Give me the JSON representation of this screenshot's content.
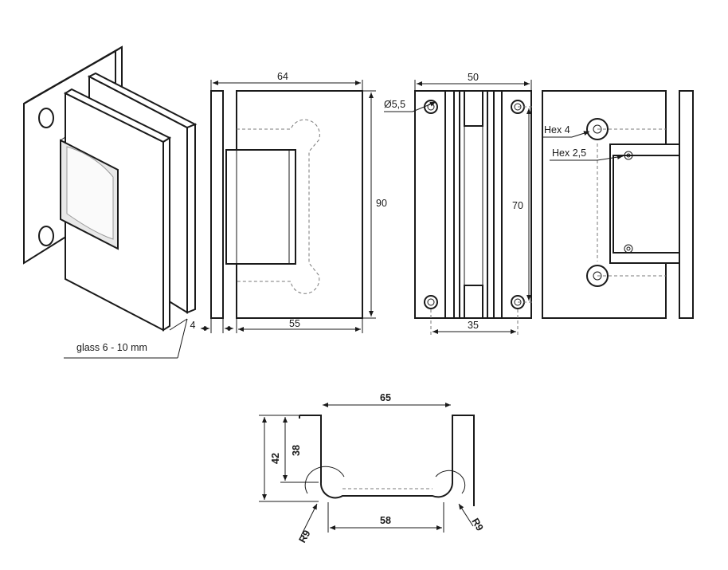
{
  "labels": {
    "glass_range": "glass 6 - 10 mm",
    "plate_thickness": "4",
    "side_width_total": "64",
    "side_height": "90",
    "side_leaf_width": "55",
    "front_width": "50",
    "hole_diameter": "Ø5,5",
    "hole_spacing_vertical": "70",
    "hole_spacing_horizontal": "35",
    "hex_large": "Hex 4",
    "hex_small": "Hex 2,5",
    "cutout_outer_width": "65",
    "cutout_inner_width": "58",
    "cutout_depth_total": "42",
    "cutout_depth_straight": "38",
    "radius_left": "R9",
    "radius_right": "R9"
  }
}
